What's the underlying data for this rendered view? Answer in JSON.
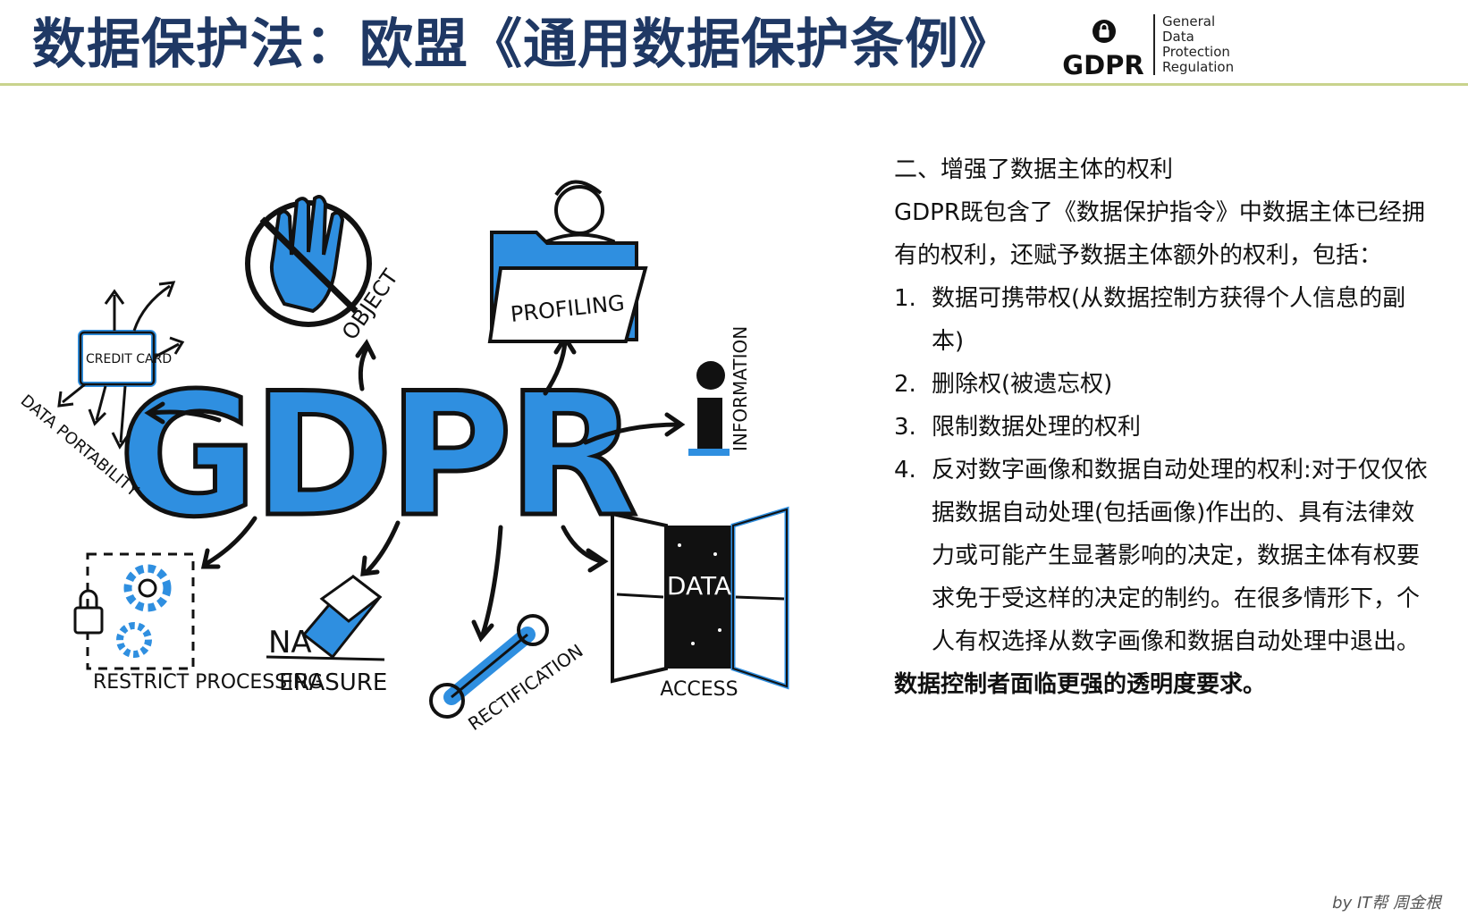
{
  "header": {
    "title": "数据保护法：欧盟《通用数据保护条例》",
    "logo": {
      "badge_text": "GDPR",
      "lines": [
        "General",
        "Data",
        "Protection",
        "Regulation"
      ],
      "icon": "lock-icon"
    }
  },
  "illustration": {
    "center_label": "GDPR",
    "nodes": [
      {
        "label": "OBJECT",
        "icon": "stop-hand-icon"
      },
      {
        "label": "PROFILING",
        "icon": "folder-person-icon"
      },
      {
        "label": "CREDIT CARD",
        "icon": "credit-card-icon"
      },
      {
        "label": "DATA PORTABILITY",
        "icon": "arrows-icon"
      },
      {
        "label": "INFORMATION",
        "icon": "info-icon"
      },
      {
        "label": "RESTRICT PROCESSING",
        "icon": "gears-lock-icon"
      },
      {
        "label": "ERASURE",
        "icon": "eraser-icon"
      },
      {
        "label": "RECTIFICATION",
        "icon": "wrench-icon"
      },
      {
        "label": "DATA",
        "icon": "window-icon"
      },
      {
        "label": "ACCESS",
        "icon": "window-icon"
      }
    ],
    "colors": {
      "blue": "#2f8fe0",
      "ink": "#111111"
    }
  },
  "content": {
    "section_title": "二、增强了数据主体的权利",
    "intro": "GDPR既包含了《数据保护指令》中数据主体已经拥有的权利，还赋予数据主体额外的权利，包括：",
    "items": [
      {
        "num": "1.",
        "text": "数据可携带权(从数据控制方获得个人信息的副本)"
      },
      {
        "num": "2.",
        "text": "删除权(被遗忘权)"
      },
      {
        "num": "3.",
        "text": "限制数据处理的权利"
      },
      {
        "num": "4.",
        "text": "反对数字画像和数据自动处理的权利:对于仅仅依据数据自动处理(包括画像)作出的、具有法律效力或可能产生显著影响的决定，数据主体有权要求免于受这样的决定的制约。在很多情形下，个人有权选择从数字画像和数据自动处理中退出。"
      }
    ],
    "closing": "数据控制者面临更强的透明度要求。"
  },
  "footer": {
    "credit": "by IT帮 周金根"
  }
}
